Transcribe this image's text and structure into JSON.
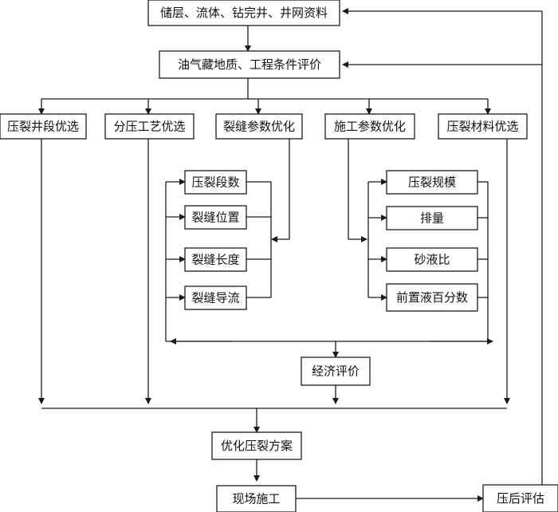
{
  "diagram": {
    "top": {
      "data_source": "储层、流体、钻完井、井网资料",
      "geology_eval": "油气藏地质、工程条件评价"
    },
    "branches": {
      "well_section": "压裂井段优选",
      "staging_process": "分压工艺优选",
      "fracture_params": "裂缝参数优化",
      "construction_params": "施工参数优化",
      "frac_material": "压裂材料优选"
    },
    "fracture_params_items": {
      "stage_count": "压裂段数",
      "position": "裂缝位置",
      "length": "裂缝长度",
      "conductivity": "裂缝导流"
    },
    "construction_params_items": {
      "scale": "压裂规模",
      "rate": "排量",
      "sand_ratio": "砂液比",
      "pad_percent": "前置液百分数"
    },
    "economic_eval": "经济评价",
    "optimized_plan": "优化压裂方案",
    "field_construction": "现场施工",
    "post_eval": "压后评估"
  }
}
